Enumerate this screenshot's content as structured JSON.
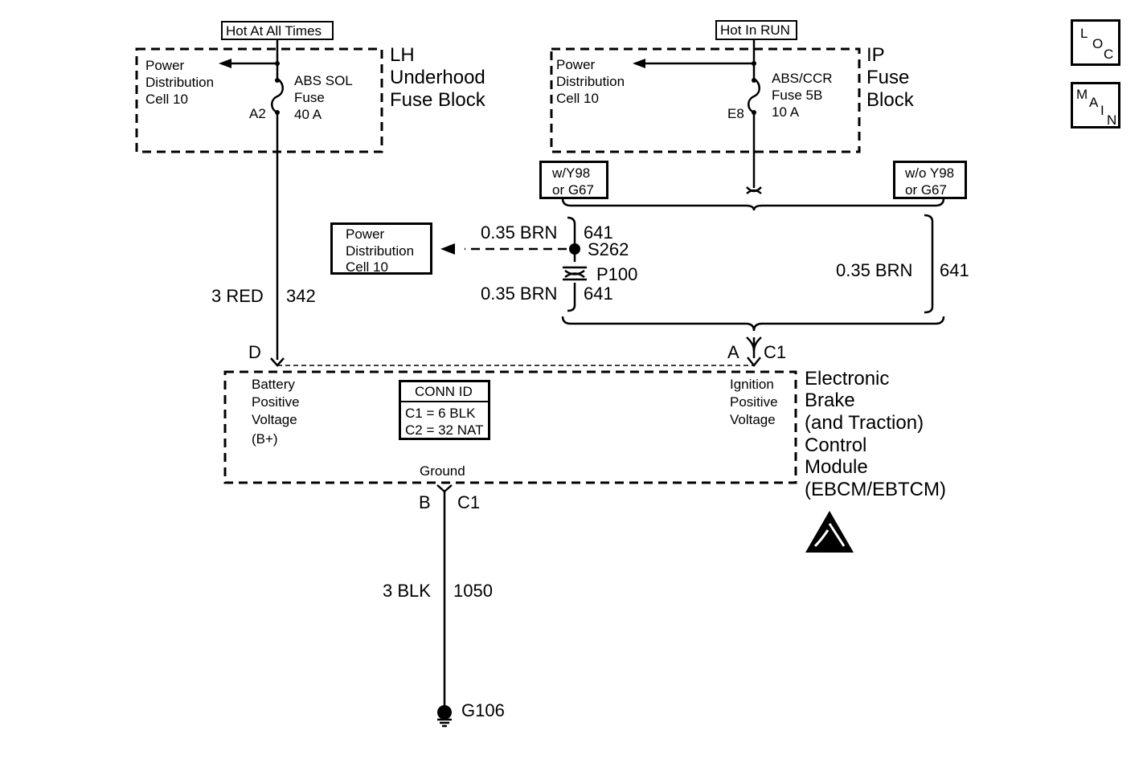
{
  "lh_block": {
    "header": "Hot At All Times",
    "name_lines": [
      "LH",
      "Underhood",
      "Fuse Block"
    ],
    "pd_lines": [
      "Power",
      "Distribution",
      "Cell 10"
    ],
    "fuse_lines": [
      "ABS SOL",
      "Fuse",
      "40 A"
    ],
    "pin": "A2"
  },
  "ip_block": {
    "header": "Hot In RUN",
    "name_lines": [
      "IP",
      "Fuse",
      "Block"
    ],
    "pd_lines": [
      "Power",
      "Distribution",
      "Cell 10"
    ],
    "fuse_lines": [
      "ABS/CCR",
      "Fuse 5B",
      "10 A"
    ],
    "pin": "E8"
  },
  "options": {
    "with": [
      "w/Y98",
      "or G67"
    ],
    "without": [
      "w/o Y98",
      "or G67"
    ]
  },
  "pd_cell_box": [
    "Power",
    "Distribution",
    "Cell 10"
  ],
  "wires": {
    "red_gauge": "3 RED",
    "red_circuit": "342",
    "brn_top_gauge": "0.35 BRN",
    "brn_top_circuit": "641",
    "brn_bot_gauge": "0.35 BRN",
    "brn_bot_circuit": "641",
    "brn_right_gauge": "0.35 BRN",
    "brn_right_circuit": "641",
    "blk_gauge": "3 BLK",
    "blk_circuit": "1050"
  },
  "splice": "S262",
  "inline_conn": "P100",
  "module": {
    "name_lines": [
      "Electronic",
      "Brake",
      "(and Traction)",
      "Control",
      "Module",
      "(EBCM/EBTCM)"
    ],
    "pin_d": "D",
    "pin_a": "A",
    "conn_a": "C1",
    "pin_b": "B",
    "conn_b": "C1",
    "bplus_lines": [
      "Battery",
      "Positive",
      "Voltage",
      "(B+)"
    ],
    "ign_lines": [
      "Ignition",
      "Positive",
      "Voltage"
    ],
    "ground_label": "Ground",
    "conn_id": {
      "title": "CONN ID",
      "lines": [
        "C1 = 6 BLK",
        "C2 = 32 NAT"
      ]
    }
  },
  "ground": "G106",
  "nav": {
    "loc": [
      "L",
      "O",
      "C"
    ],
    "main": [
      "M",
      "A",
      "I",
      "N"
    ]
  }
}
